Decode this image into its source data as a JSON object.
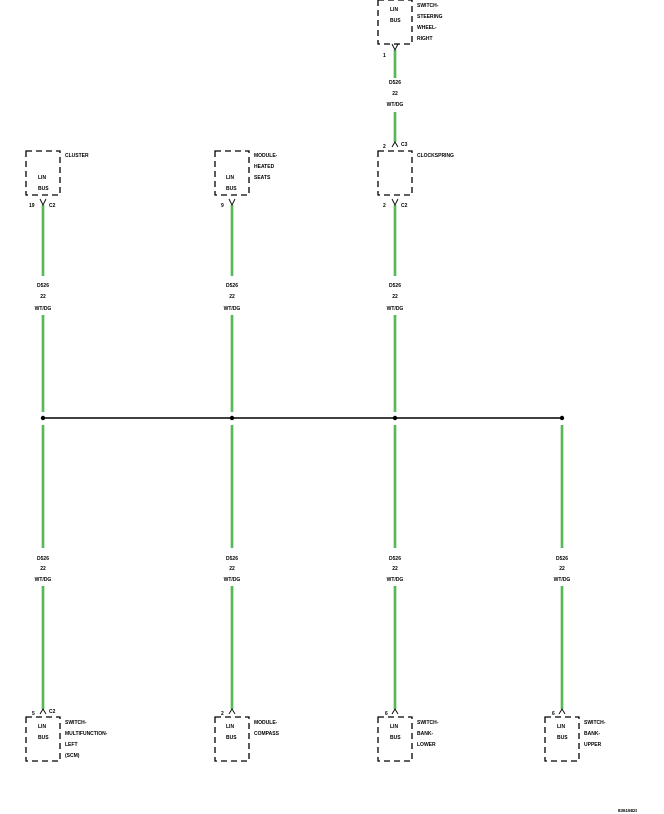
{
  "wire_label": {
    "circuit": "D526",
    "gauge": "22",
    "color": "WT/DG"
  },
  "box_text": {
    "line1": "LIN",
    "line2": "BUS"
  },
  "modules": {
    "steering": {
      "name": [
        "SWITCH-",
        "STEERING",
        "WHEEL-",
        "RIGHT"
      ],
      "pin": "1",
      "conn": ""
    },
    "clockspring_top": {
      "pin": "2",
      "conn": "C3"
    },
    "clockspring": {
      "name": [
        "CLOCKSPRING"
      ],
      "pin": "2",
      "conn": "C2"
    },
    "cluster": {
      "name": [
        "CLUSTER"
      ],
      "pin": "19",
      "conn": "C2"
    },
    "heated": {
      "name": [
        "MODULE-",
        "HEATED",
        "SEATS"
      ],
      "pin": "9",
      "conn": ""
    },
    "multifunction": {
      "name": [
        "SWITCH-",
        "MULTIFUNCTION-",
        "LEFT",
        "(SCM)"
      ],
      "pin": "5",
      "conn": "C2"
    },
    "compass": {
      "name": [
        "MODULE-",
        "COMPASS"
      ],
      "pin": "2",
      "conn": ""
    },
    "banklower": {
      "name": [
        "SWITCH-",
        "BANK-",
        "LOWER"
      ],
      "pin": "6",
      "conn": ""
    },
    "bankupper": {
      "name": [
        "SWITCH-",
        "BANK-",
        "UPPER"
      ],
      "pin": "6",
      "conn": ""
    }
  },
  "figure_id": "8361582t",
  "colors": {
    "wire": "#3fae3f",
    "bus": "#000000"
  }
}
